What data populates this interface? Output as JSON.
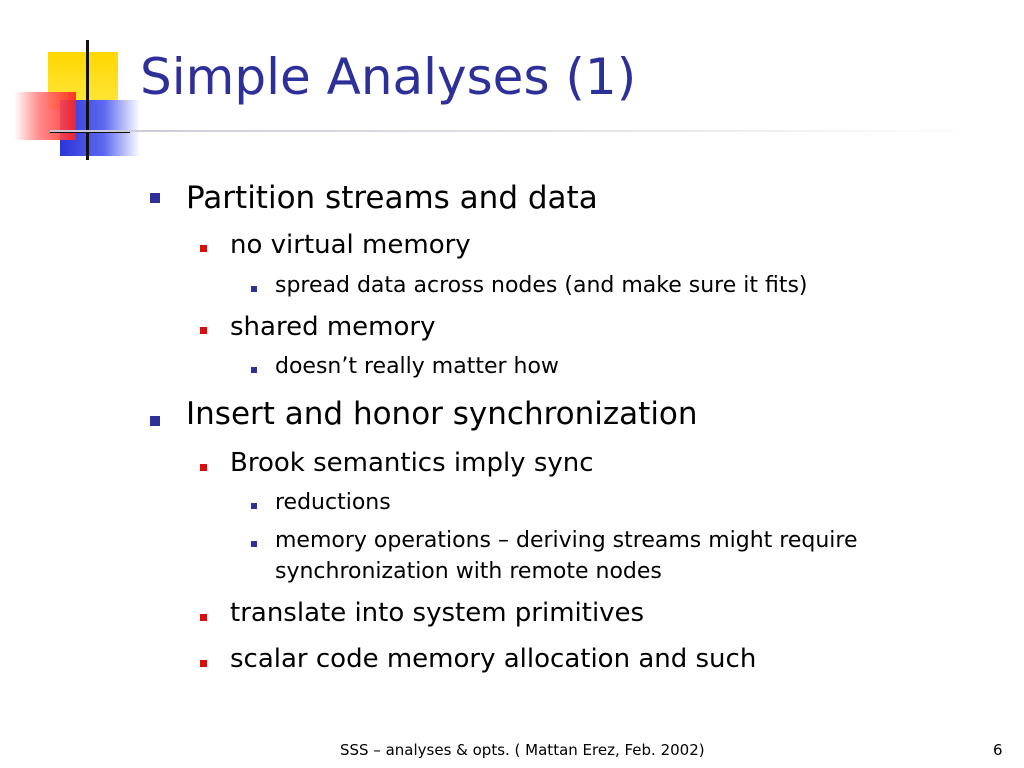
{
  "slide": {
    "title": "Simple Analyses (1)",
    "footer": "SSS – analyses & opts. ( Mattan Erez, Feb. 2002)",
    "page_number": "6"
  },
  "content": {
    "item1": "Partition streams and data",
    "item1_1": "no virtual memory",
    "item1_1_1": "spread data across nodes (and make sure it fits)",
    "item1_2": "shared memory",
    "item1_2_1": "doesn’t really matter how",
    "item2": "Insert and honor synchronization",
    "item2_1": "Brook semantics imply sync",
    "item2_1_1": "reductions",
    "item2_1_2_line1": "memory operations – deriving streams might require",
    "item2_1_2_line2": "synchronization with remote nodes",
    "item2_2": "translate into system primitives",
    "item2_3": "scalar code memory allocation and such"
  },
  "colors": {
    "title": "#2e309a",
    "bullet_level1": "#2e309a",
    "bullet_level2": "#d41010",
    "bullet_level3": "#2e309a"
  }
}
